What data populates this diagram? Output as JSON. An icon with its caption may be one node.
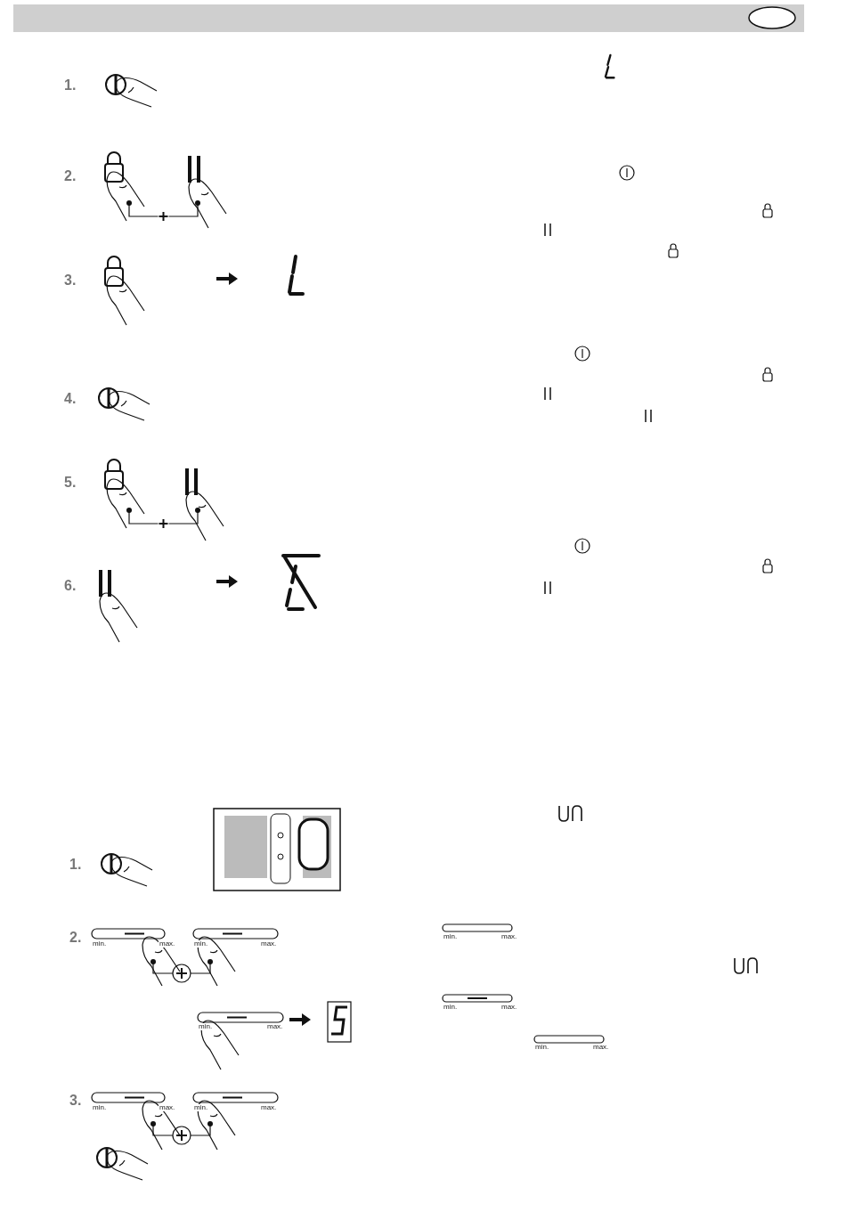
{
  "diagram": {
    "labels": [
      "1.",
      "2.",
      "3.",
      "4.",
      "5.",
      "6.",
      "1.",
      "min.",
      "max.",
      "2.",
      "min.",
      "max.",
      "min.",
      "max.",
      "min.",
      "max.",
      "min.",
      "max.",
      "min.",
      "max.",
      "3.",
      "min.",
      "max.",
      "min.",
      "max."
    ]
  }
}
